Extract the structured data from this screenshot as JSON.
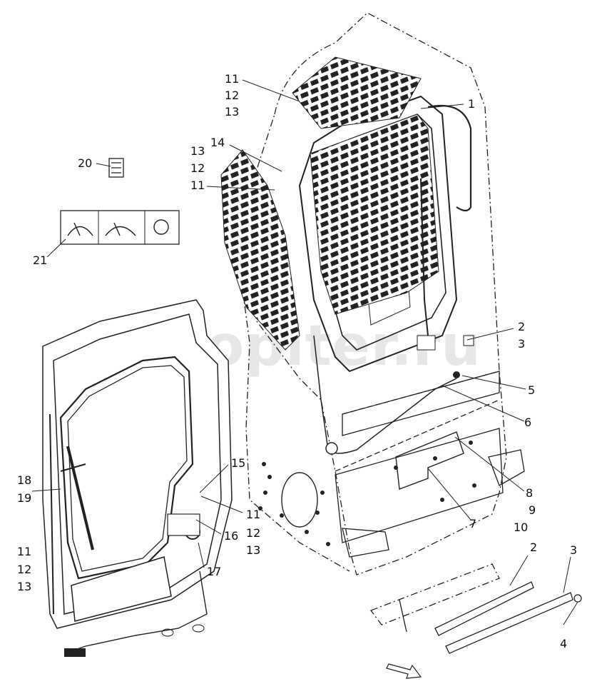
{
  "watermark": "autopiter.ru",
  "callouts": [
    {
      "id": "c1",
      "text": "1"
    },
    {
      "id": "c2a",
      "text": "2"
    },
    {
      "id": "c3a",
      "text": "3"
    },
    {
      "id": "c5",
      "text": "5"
    },
    {
      "id": "c6",
      "text": "6"
    },
    {
      "id": "c7",
      "text": "7"
    },
    {
      "id": "c8",
      "text": "8"
    },
    {
      "id": "c9",
      "text": "9"
    },
    {
      "id": "c10",
      "text": "10"
    },
    {
      "id": "c2b",
      "text": "2"
    },
    {
      "id": "c3b",
      "text": "3"
    },
    {
      "id": "c4",
      "text": "4"
    },
    {
      "id": "c11a",
      "text": "11"
    },
    {
      "id": "c12a",
      "text": "12"
    },
    {
      "id": "c13a",
      "text": "13"
    },
    {
      "id": "c14",
      "text": "14"
    },
    {
      "id": "c13b",
      "text": "13"
    },
    {
      "id": "c12b",
      "text": "12"
    },
    {
      "id": "c11b",
      "text": "11"
    },
    {
      "id": "c20",
      "text": "20"
    },
    {
      "id": "c21",
      "text": "21"
    },
    {
      "id": "c15",
      "text": "15"
    },
    {
      "id": "c11c",
      "text": "11"
    },
    {
      "id": "c12c",
      "text": "12"
    },
    {
      "id": "c13c",
      "text": "13"
    },
    {
      "id": "c16",
      "text": "16"
    },
    {
      "id": "c17",
      "text": "17"
    },
    {
      "id": "c18",
      "text": "18"
    },
    {
      "id": "c19",
      "text": "19"
    },
    {
      "id": "c11d",
      "text": "11"
    },
    {
      "id": "c12d",
      "text": "12"
    },
    {
      "id": "c13d",
      "text": "13"
    }
  ]
}
